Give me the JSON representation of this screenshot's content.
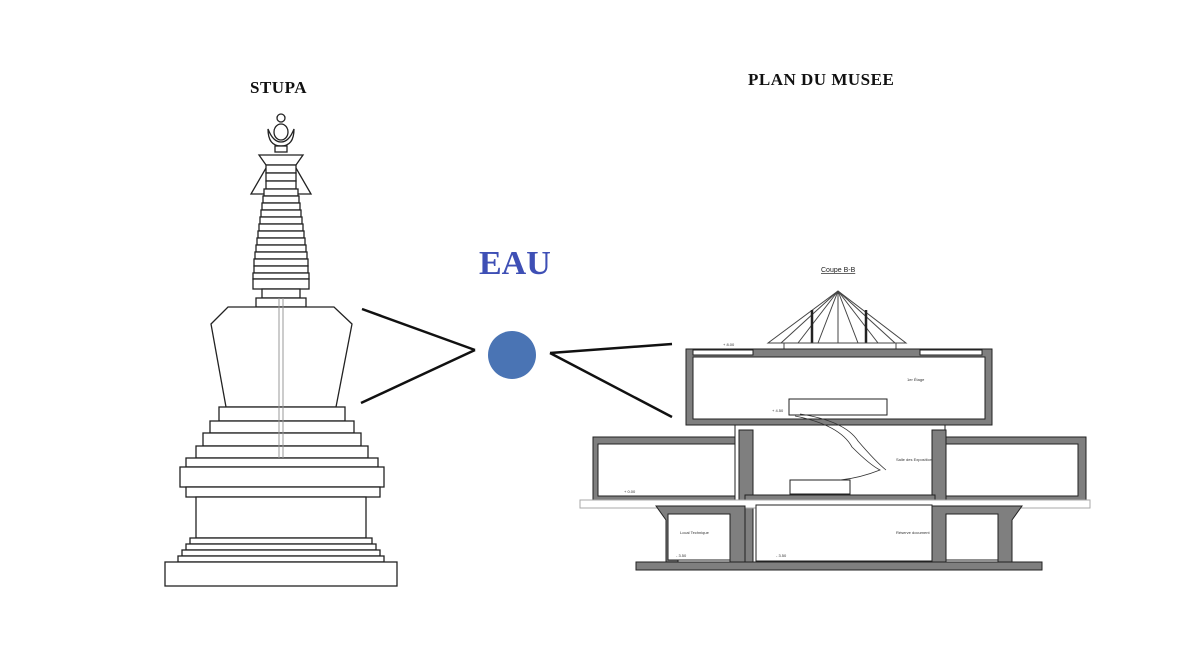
{
  "titles": {
    "stupa": "STUPA",
    "musee": "PLAN DU MUSEE",
    "water": "EAU"
  },
  "section": {
    "label": "Coupe B-B"
  },
  "colors": {
    "water_circle": "#4a74b4",
    "water_text": "#3e4fb5",
    "line": "#111111",
    "wall": "#7f7f7f"
  }
}
